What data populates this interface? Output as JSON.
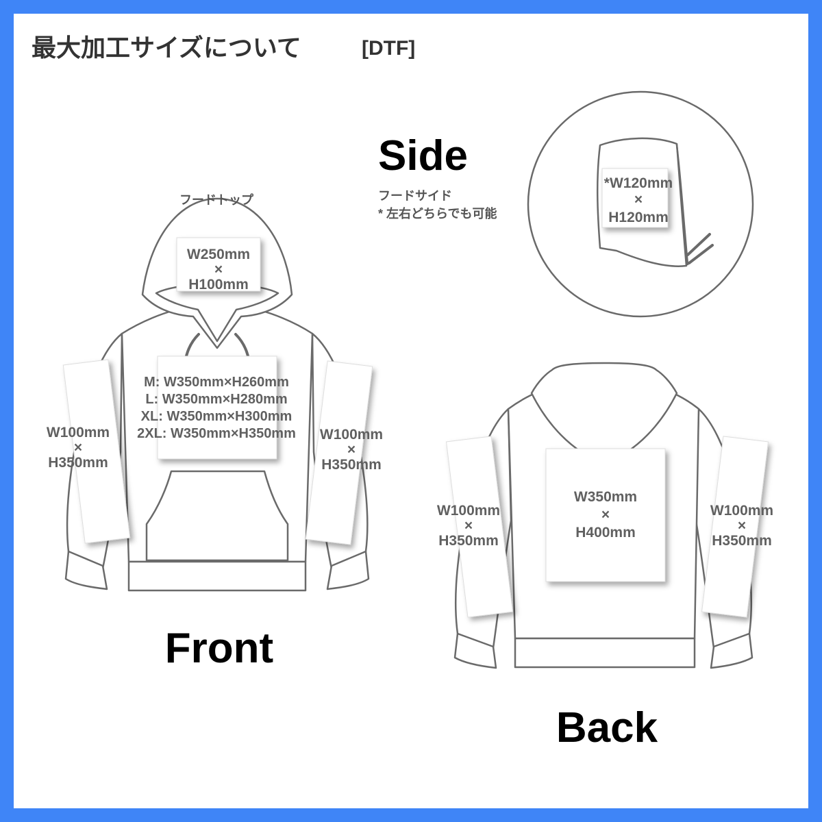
{
  "title": {
    "main": "最大加工サイズについて",
    "tag": "[DTF]"
  },
  "views": {
    "front": "Front",
    "back": "Back",
    "side": "Side"
  },
  "front": {
    "hood_caption": "フードトップ",
    "hood_area": {
      "w": "W250mm",
      "x": "×",
      "h": "H100mm"
    },
    "chest_area": {
      "lines": [
        "M: W350mm×H260mm",
        "L: W350mm×H280mm",
        "XL: W350mm×H300mm",
        "2XL: W350mm×H350mm"
      ]
    },
    "left_sleeve": {
      "w": "W100mm",
      "x": "×",
      "h": "H350mm"
    },
    "right_sleeve": {
      "w": "W100mm",
      "x": "×",
      "h": "H350mm"
    }
  },
  "side": {
    "caption": "フードサイド",
    "note": "* 左右どちらでも可能",
    "hood_area": {
      "w": "*W120mm",
      "x": "×",
      "h": "H120mm"
    }
  },
  "back": {
    "back_area": {
      "w": "W350mm",
      "x": "×",
      "h": "H400mm"
    },
    "left_sleeve": {
      "w": "W100mm",
      "x": "×",
      "h": "H350mm"
    },
    "right_sleeve": {
      "w": "W100mm",
      "x": "×",
      "h": "H350mm"
    }
  },
  "colors": {
    "frame": "#3f85f7",
    "outline": "#6a6a6a",
    "dimension_text": "#606060"
  }
}
